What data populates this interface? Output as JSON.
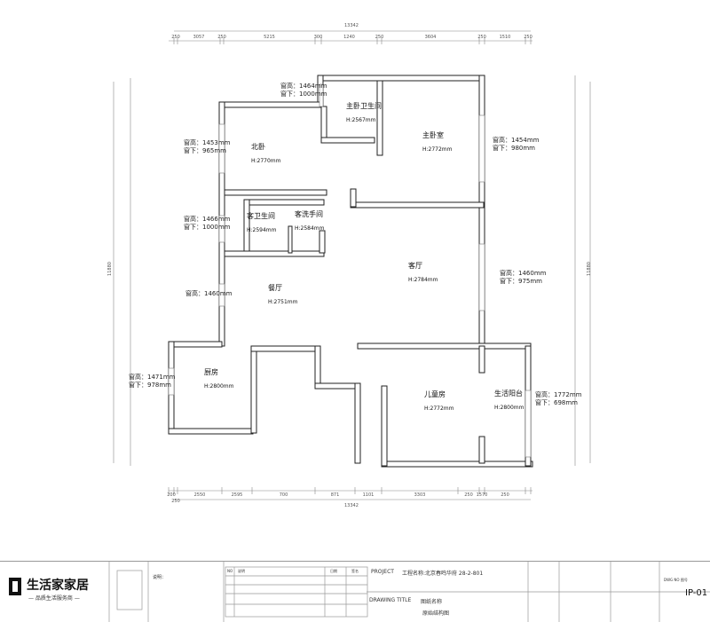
{
  "dimensions": {
    "top_total": "13342",
    "top": [
      "250",
      "3057",
      "250",
      "5215",
      "300",
      "1240",
      "250",
      "3604",
      "250",
      "1510",
      "250"
    ],
    "bottom_total": "13342",
    "bottom": [
      "200",
      "250",
      "2550",
      "2595",
      "700",
      "871",
      "1101",
      "3303",
      "250",
      "1570",
      "250"
    ],
    "left_total": "11880",
    "right_total": "11880"
  },
  "rooms": [
    {
      "name": "主卧卫生间",
      "height": "H:2567mm"
    },
    {
      "name": "主卧室",
      "height": "H:2772mm"
    },
    {
      "name": "北卧",
      "height": "H:2770mm"
    },
    {
      "name": "客卫生间",
      "height": "H:2594mm"
    },
    {
      "name": "客洗手间",
      "height": "H:2584mm"
    },
    {
      "name": "客厅",
      "height": "H:2784mm"
    },
    {
      "name": "餐厅",
      "height": "H:2751mm"
    },
    {
      "name": "厨房",
      "height": "H:2800mm"
    },
    {
      "name": "儿童房",
      "height": "H:2772mm"
    },
    {
      "name": "生活阳台",
      "height": "H:2800mm"
    }
  ],
  "windows": [
    {
      "h": "窗高：1464mm",
      "b": "窗下：1000mm"
    },
    {
      "h": "窗高：1453mm",
      "b": "窗下：965mm"
    },
    {
      "h": "窗高：1466mm",
      "b": "窗下：1000mm"
    },
    {
      "h": "窗高：1454mm",
      "b": "窗下：980mm"
    },
    {
      "h": "窗高：1460mm",
      "b": "窗下：975mm"
    },
    {
      "h": "窗高：1460mm",
      "b": ""
    },
    {
      "h": "窗高：1471mm",
      "b": "窗下：978mm"
    },
    {
      "h": "窗高：1772mm",
      "b": "窗下：698mm"
    }
  ],
  "title_block": {
    "logo": "生活家家居",
    "slogan": "— 品质生活服务商 —",
    "notes_title": "说明：",
    "rev_header": [
      "NO",
      "说明",
      "日期",
      "签名"
    ],
    "project_label": "PROJECT",
    "project_name": "工程名称:北京春鸣华府 28-2-801",
    "drawing_title_label": "DRAWING TITLE",
    "drawing_title_cn": "图纸名称",
    "drawing_name": "原始结构图",
    "drawing_no_label": "DWG NO  图号",
    "drawing_no": "IP-01"
  }
}
